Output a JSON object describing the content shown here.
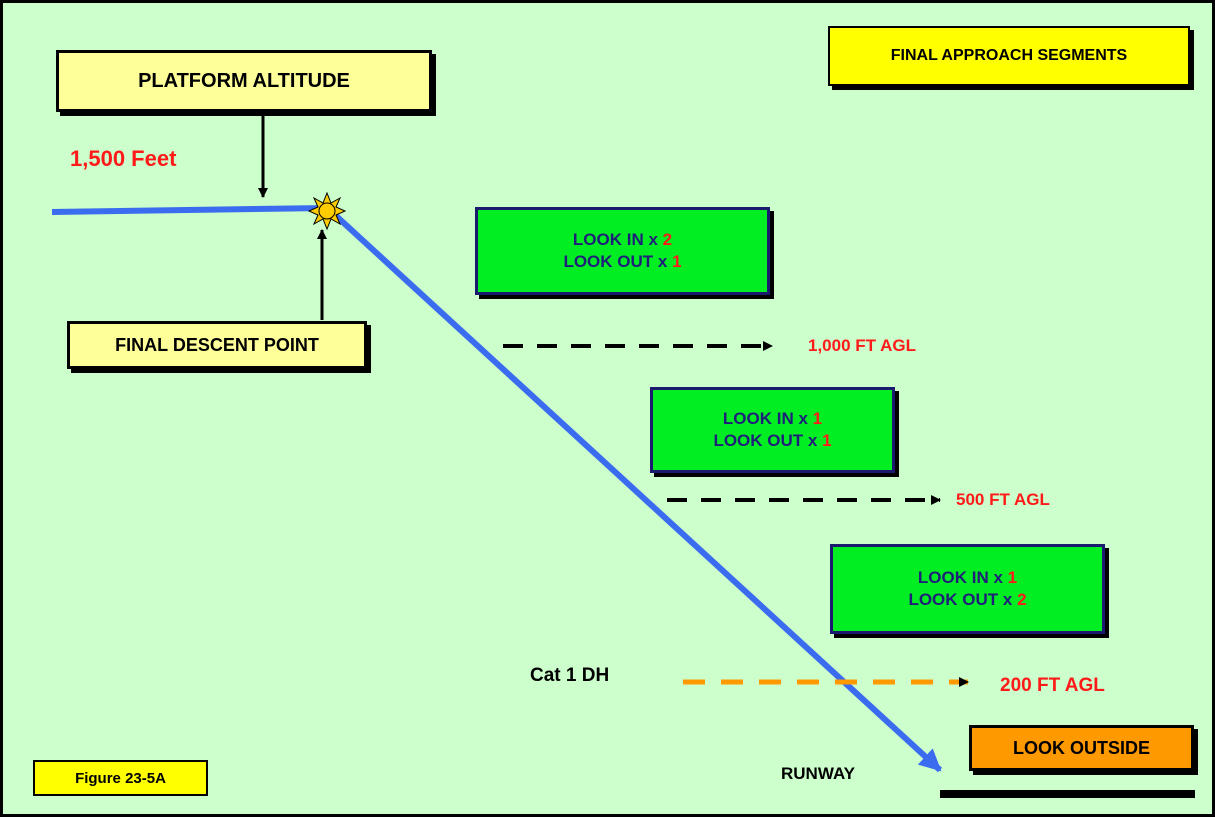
{
  "title": "FINAL APPROACH SEGMENTS",
  "platform_altitude": "PLATFORM ALTITUDE",
  "platform_feet": "1,500 Feet",
  "final_descent_point": "FINAL DESCENT POINT",
  "segments": [
    {
      "look_in_label": "LOOK IN x ",
      "look_in_count": "2",
      "look_out_label": "LOOK OUT x ",
      "look_out_count": "1"
    },
    {
      "look_in_label": "LOOK IN x ",
      "look_in_count": "1",
      "look_out_label": "LOOK OUT x ",
      "look_out_count": "1"
    },
    {
      "look_in_label": "LOOK IN x ",
      "look_in_count": "1",
      "look_out_label": "LOOK OUT x ",
      "look_out_count": "2"
    }
  ],
  "altitudes": {
    "a1000": "1,000 FT AGL",
    "a500": "500 FT AGL",
    "a200": "200 FT AGL"
  },
  "cat1_dh": "Cat 1 DH",
  "look_outside": "LOOK OUTSIDE",
  "runway": "RUNWAY",
  "figure": "Figure 23-5A",
  "colors": {
    "background": "#ccffcc",
    "flight_path": "#3b6cf0",
    "label_red": "#ff1a1a",
    "green_box": "#00ee22",
    "yellow_box": "#ffff99",
    "title_box": "#ffff00",
    "orange_box": "#ff9900",
    "dh_arrow": "#ff9900"
  }
}
